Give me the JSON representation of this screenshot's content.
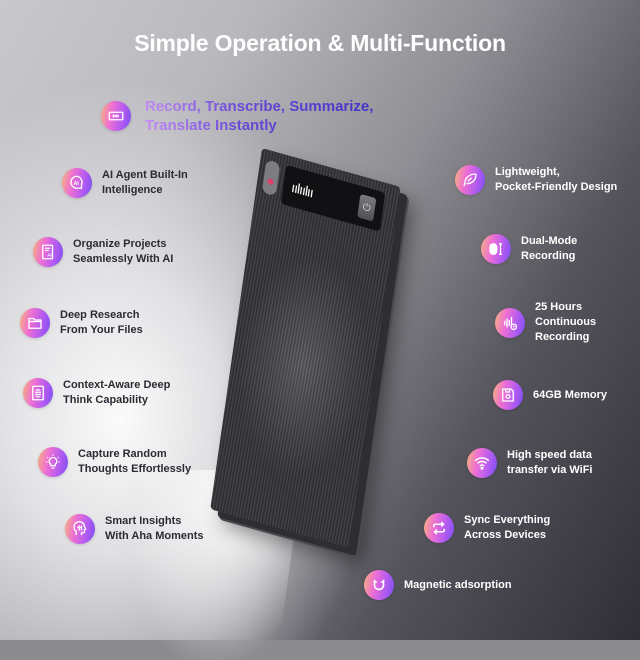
{
  "title": "Simple Operation & Multi-Function",
  "hero": {
    "icon": "waveform-screen-icon",
    "line1": "Record, Transcribe, Summarize,",
    "line2": "Translate Instantly"
  },
  "device": {
    "screen_glyph": "ıılıılıı",
    "power_glyph": "⏻"
  },
  "left_features": [
    {
      "icon": "ai-chat-icon",
      "line1": "AI Agent Built-In",
      "line2": "Intelligence"
    },
    {
      "icon": "ai-document-icon",
      "line1": "Organize Projects",
      "line2": "Seamlessly With AI"
    },
    {
      "icon": "folder-icon",
      "line1": "Deep Research",
      "line2": "From Your Files"
    },
    {
      "icon": "text-document-icon",
      "line1": "Context-Aware Deep",
      "line2": "Think Capability"
    },
    {
      "icon": "lightbulb-icon",
      "line1": "Capture Random",
      "line2": "Thoughts Effortlessly"
    },
    {
      "icon": "brain-head-icon",
      "line1": "Smart Insights",
      "line2": "With Aha Moments"
    }
  ],
  "right_features": [
    {
      "icon": "feather-icon",
      "line1": "Lightweight,",
      "line2": "Pocket-Friendly Design"
    },
    {
      "icon": "dual-mode-icon",
      "line1": "Dual-Mode",
      "line2": "Recording"
    },
    {
      "icon": "audio-clock-icon",
      "line1": "25 Hours",
      "line2": "Continuous",
      "line3": "Recording"
    },
    {
      "icon": "floppy-disk-icon",
      "line1": "64GB Memory"
    },
    {
      "icon": "wifi-icon",
      "line1": "High speed data",
      "line2": "transfer via WiFi"
    },
    {
      "icon": "sync-arrows-icon",
      "line1": "Sync Everything",
      "line2": "Across Devices"
    },
    {
      "icon": "magnet-icon",
      "line1": "Magnetic adsorption"
    }
  ],
  "colors": {
    "icon_gradient_start": "#f6b37a",
    "icon_gradient_mid": "#ee6fd3",
    "icon_gradient_end": "#7a4ef2",
    "hero_text_start": "#c48df4",
    "hero_text_end": "#4433c8",
    "title": "#ffffff"
  }
}
